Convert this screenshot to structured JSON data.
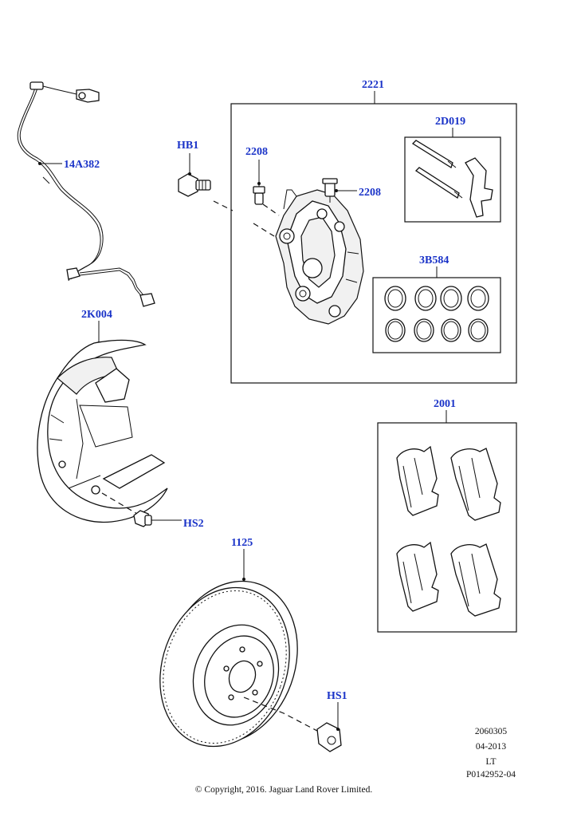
{
  "labels": {
    "sensor_wire": "14A382",
    "bolt_hb1": "HB1",
    "caliper_assembly": "2221",
    "bleed_screw_left": "2208",
    "bleed_screw_right": "2208",
    "pin_kit": "2D019",
    "seal_kit": "3B584",
    "shield": "2K004",
    "pads": "2001",
    "bolt_hs2": "HS2",
    "disc": "1125",
    "bolt_hs1": "HS1"
  },
  "footer": {
    "code": "2060305",
    "date": "04-2013",
    "variant": "LT",
    "illustration_id": "P0142952-04",
    "copyright": "© Copyright, 2016. Jaguar Land Rover Limited."
  },
  "icons": {
    "sensor_wire": "abs-sensor-cable-icon",
    "caliper": "brake-caliper-icon",
    "disc": "brake-disc-icon",
    "shield": "splash-shield-icon",
    "pads": "brake-pad-icon",
    "bolts": "bolt-icon"
  }
}
